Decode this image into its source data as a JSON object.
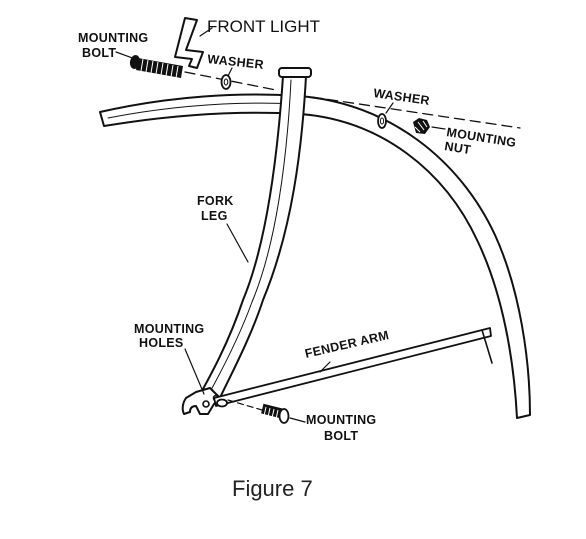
{
  "diagram": {
    "labels": {
      "front_light": "FRONT LIGHT",
      "mounting_bolt_top_1": "MOUNTING",
      "mounting_bolt_top_2": "BOLT",
      "washer_left": "WASHER",
      "washer_right": "WASHER",
      "mounting_nut_1": "MOUNTING",
      "mounting_nut_2": "NUT",
      "fork_leg_1": "FORK",
      "fork_leg_2": "LEG",
      "mounting_holes_1": "MOUNTING",
      "mounting_holes_2": "HOLES",
      "fender_arm": "FENDER ARM",
      "mounting_bolt_bottom_1": "MOUNTING",
      "mounting_bolt_bottom_2": "BOLT"
    },
    "caption": "Figure 7"
  },
  "colors": {
    "ink": "#111111",
    "background": "#ffffff"
  }
}
